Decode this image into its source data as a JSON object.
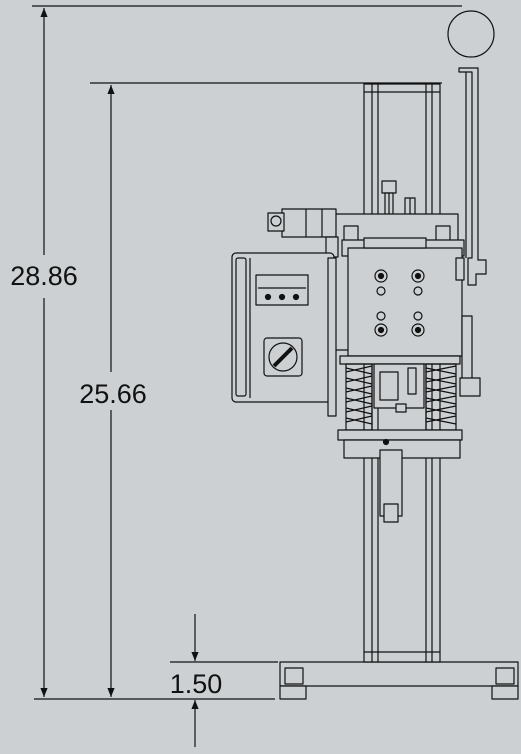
{
  "drawing": {
    "background": "#ccd0d2",
    "line_color": "#111111",
    "part_fill": "#ccd0d2",
    "dimensions": {
      "overall_height": "28.86",
      "column_height": "25.66",
      "base_height": "1.50"
    }
  }
}
